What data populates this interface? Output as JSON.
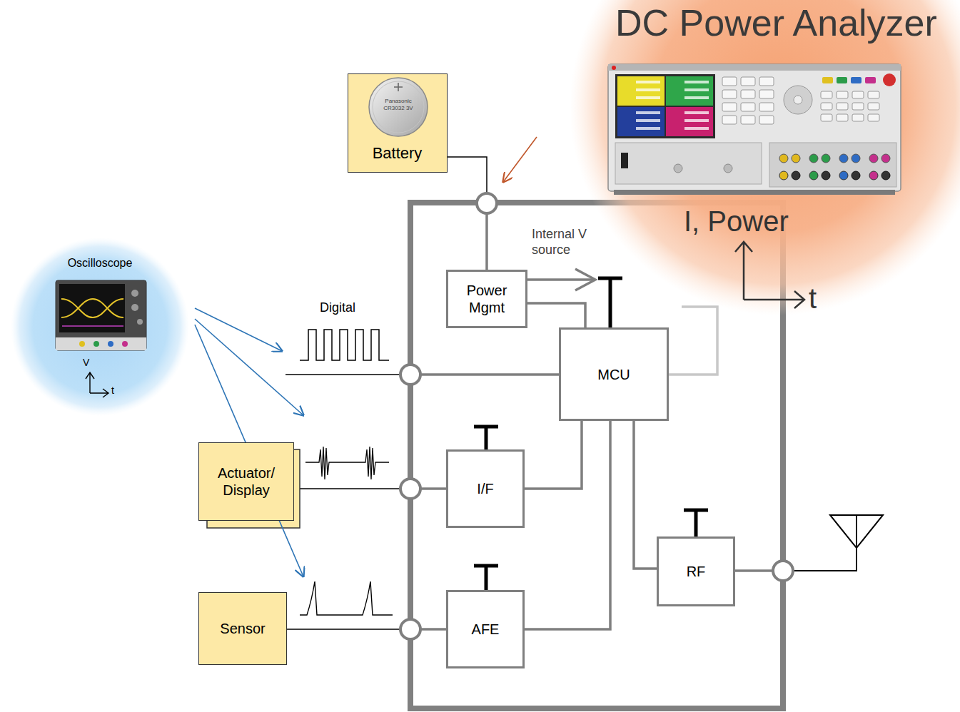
{
  "diagram": {
    "nodes": [
      {
        "text": [
          "DC Power Analyzer",
          "I, Power",
          "t"
        ]
      },
      {
        "text": [
          "Panasonic CR3032 3V",
          "Battery"
        ]
      },
      {
        "text": [
          "Oscilloscope",
          "V",
          "t"
        ]
      },
      {
        "text": [
          "Power Mgmt"
        ]
      },
      {
        "text": [
          "MCU"
        ]
      },
      {
        "text": [
          "Actuator/ Display"
        ]
      },
      {
        "text": [
          "I/F"
        ]
      },
      {
        "text": [
          "RF"
        ]
      },
      {
        "text": [
          "Sensor"
        ]
      },
      {
        "text": [
          "AFE"
        ]
      }
    ],
    "edges": [
      {
        "from": 1,
        "to": 3,
        "arrow": "none"
      },
      {
        "from": 3,
        "to": 4,
        "arrow": "none"
      },
      {
        "from": 4,
        "to": 6,
        "arrow": "none"
      },
      {
        "from": 5,
        "to": 6,
        "arrow": "none"
      },
      {
        "from": 4,
        "to": 7,
        "arrow": "none"
      },
      {
        "from": 4,
        "to": 9,
        "arrow": "none"
      },
      {
        "from": 8,
        "to": 9,
        "arrow": "none"
      }
    ],
    "labels": [
      "Internal V source",
      "Digital"
    ]
  }
}
